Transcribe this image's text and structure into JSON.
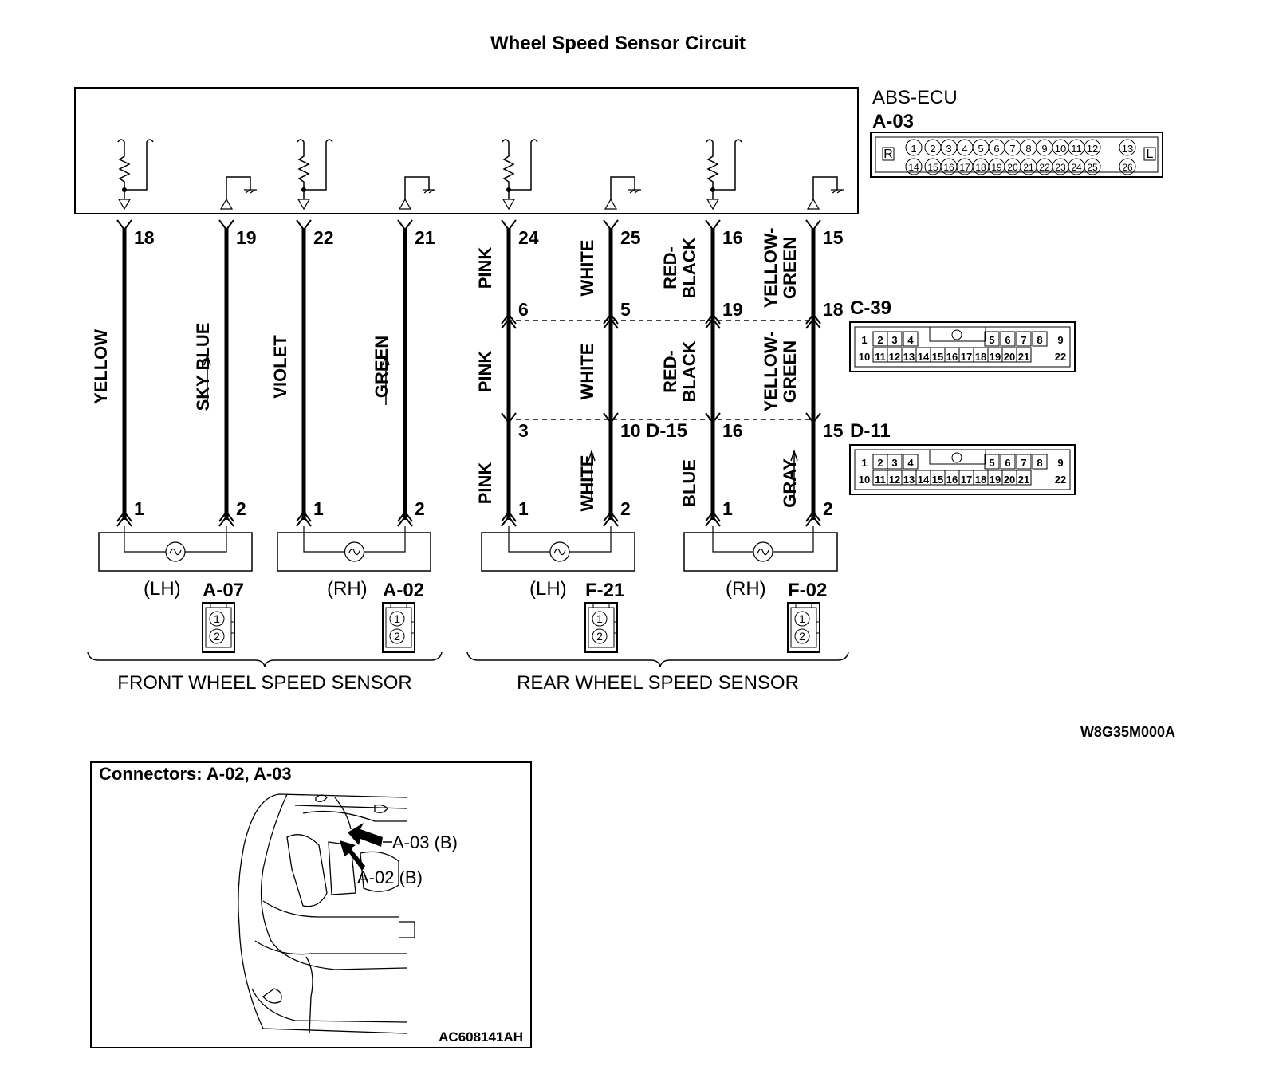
{
  "title": "Wheel Speed Sensor Circuit",
  "ecu": {
    "name": "ABS-ECU",
    "connector": "A-03",
    "face_top": [
      "R",
      "1",
      "2",
      "3",
      "4",
      "5",
      "6",
      "7",
      "8",
      "9",
      "10",
      "11",
      "12",
      "13",
      "L"
    ],
    "face_bottom": [
      "14",
      "15",
      "16",
      "17",
      "18",
      "19",
      "20",
      "21",
      "22",
      "23",
      "24",
      "25",
      "26"
    ]
  },
  "wires": [
    {
      "ecu_pin": "18",
      "color": "YELLOW",
      "sensor_pin": "1"
    },
    {
      "ecu_pin": "19",
      "color": "SKY BLUE",
      "sensor_pin": "2"
    },
    {
      "ecu_pin": "22",
      "color": "VIOLET",
      "sensor_pin": "1"
    },
    {
      "ecu_pin": "21",
      "color": "GREEN",
      "sensor_pin": "2"
    },
    {
      "ecu_pin": "24",
      "seg1": "PINK",
      "c39_pin": "6",
      "seg2": "PINK",
      "d_pin": "3",
      "seg3": "PINK",
      "sensor_pin": "1"
    },
    {
      "ecu_pin": "25",
      "seg1": "WHITE",
      "c39_pin": "5",
      "seg2": "WHITE",
      "d_pin": "10",
      "seg3": "WHITE",
      "sensor_pin": "2"
    },
    {
      "ecu_pin": "16",
      "seg1": "RED-\nBLACK",
      "c39_pin": "19",
      "seg2": "RED-\nBLACK",
      "d_pin": "16",
      "seg3": "BLUE",
      "sensor_pin": "1"
    },
    {
      "ecu_pin": "15",
      "seg1": "YELLOW-\nGREEN",
      "c39_pin": "18",
      "seg2": "YELLOW-\nGREEN",
      "d_pin": "15",
      "seg3": "GRAY",
      "sensor_pin": "2"
    }
  ],
  "connectors": {
    "c39": "C-39",
    "d15": "D-15",
    "d11": "D-11",
    "face_top": [
      "1",
      "2",
      "3",
      "4",
      "5",
      "6",
      "7",
      "8",
      "9"
    ],
    "face_bottom": [
      "10",
      "11",
      "12",
      "13",
      "14",
      "15",
      "16",
      "17",
      "18",
      "19",
      "20",
      "21",
      "22"
    ]
  },
  "sensors": [
    {
      "side": "(LH)",
      "connector": "A-07"
    },
    {
      "side": "(RH)",
      "connector": "A-02"
    },
    {
      "side": "(LH)",
      "connector": "F-21"
    },
    {
      "side": "(RH)",
      "connector": "F-02"
    }
  ],
  "sensor_connector_pins": [
    "1",
    "2"
  ],
  "groups": {
    "front": "FRONT WHEEL SPEED SENSOR",
    "rear": "REAR WHEEL SPEED SENSOR"
  },
  "figure_code": "W8G35M000A",
  "inset": {
    "title": "Connectors: A-02, A-03",
    "callout1": "A-03 (B)",
    "callout2": "A-02 (B)",
    "code": "AC608141AH"
  }
}
